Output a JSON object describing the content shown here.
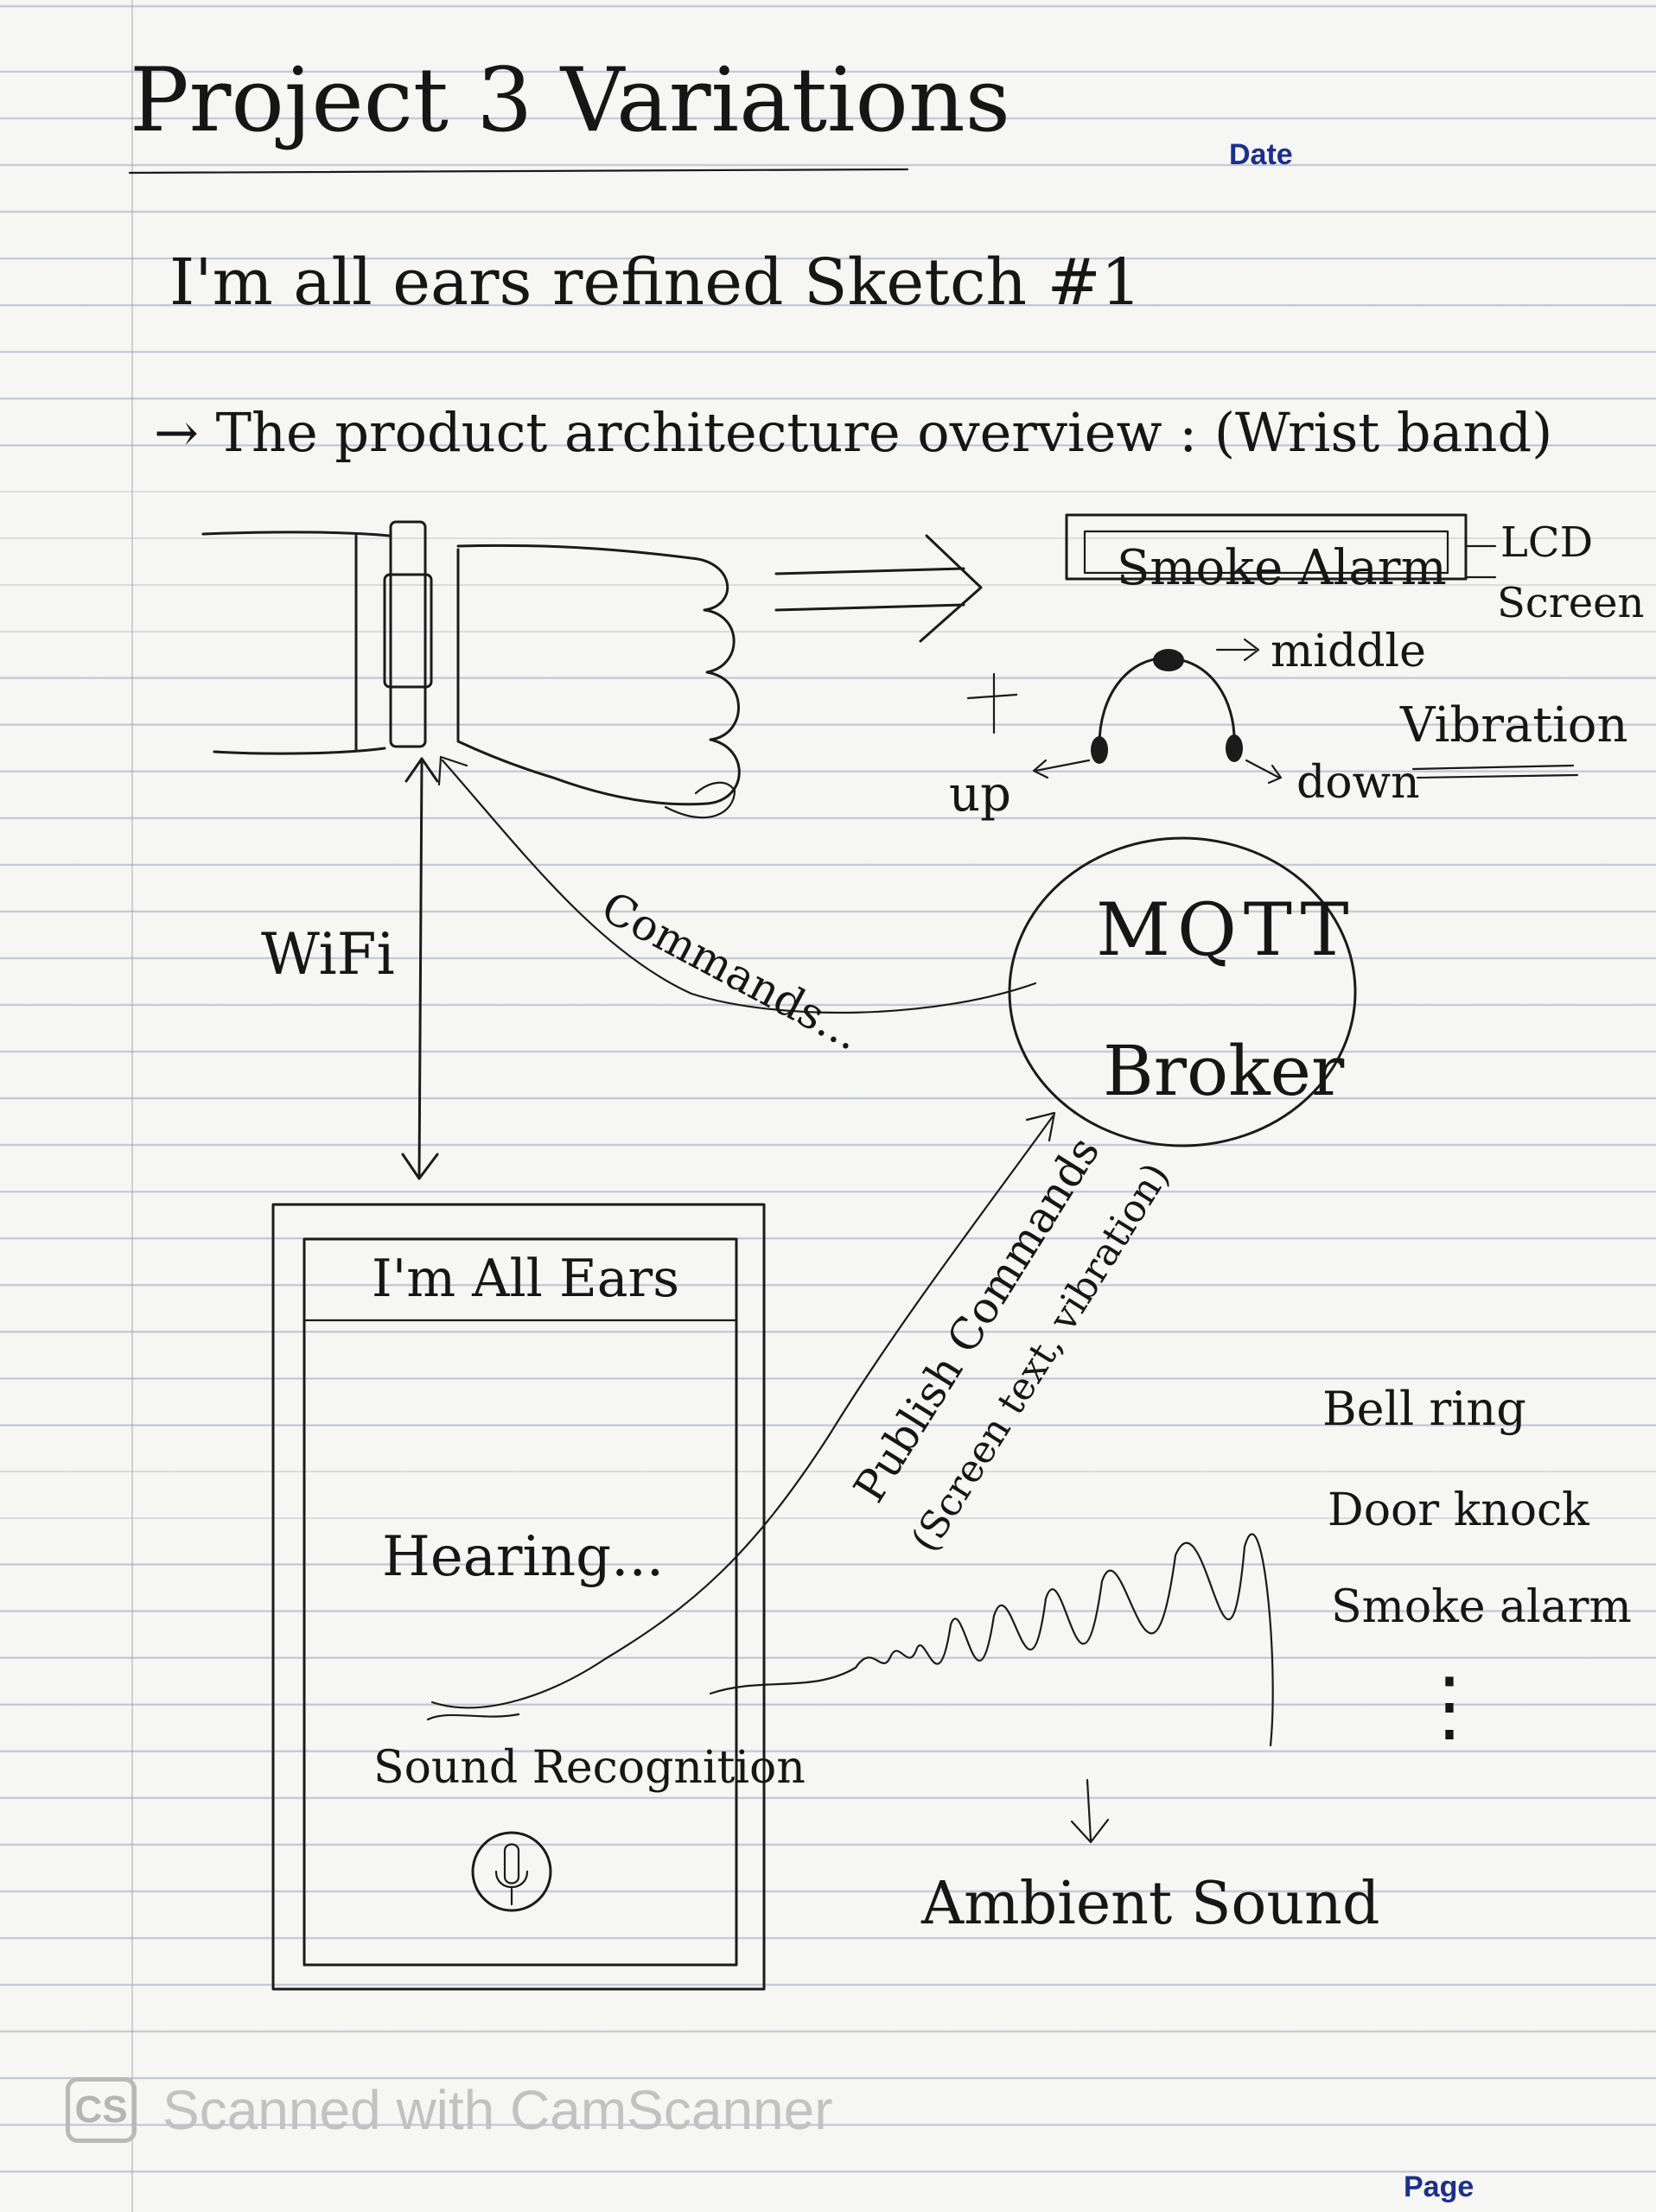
{
  "header": {
    "title": "Project 3 Variations",
    "date_label": "Date",
    "page_label": "Page"
  },
  "sketch": {
    "heading": "I'm all ears refined Sketch #1",
    "overview": "→ The product architecture overview : (Wrist band)"
  },
  "wristband": {
    "lcd_screen_text": "Smoke Alarm",
    "lcd_label": [
      "LCD",
      "Screen"
    ],
    "vibration_label": "Vibration",
    "motor_middle": "middle",
    "motor_up": "up",
    "motor_down": "down",
    "plus_sign": "+"
  },
  "connections": {
    "wifi": "WiFi",
    "commands": "Commands...",
    "publish": "Publish Commands",
    "publish_detail": "(Screen text, vibration)"
  },
  "broker": {
    "line1": "MQTT",
    "line2": "Broker"
  },
  "phone_app": {
    "title": "I'm All Ears",
    "status": "Hearing...",
    "feature": "Sound Recognition"
  },
  "sounds": {
    "items": [
      "Bell ring",
      "Door knock",
      "Smoke alarm"
    ],
    "more": "⋮",
    "ambient": "Ambient Sound"
  },
  "watermark": {
    "logo": "CS",
    "text": "Scanned with CamScanner"
  }
}
